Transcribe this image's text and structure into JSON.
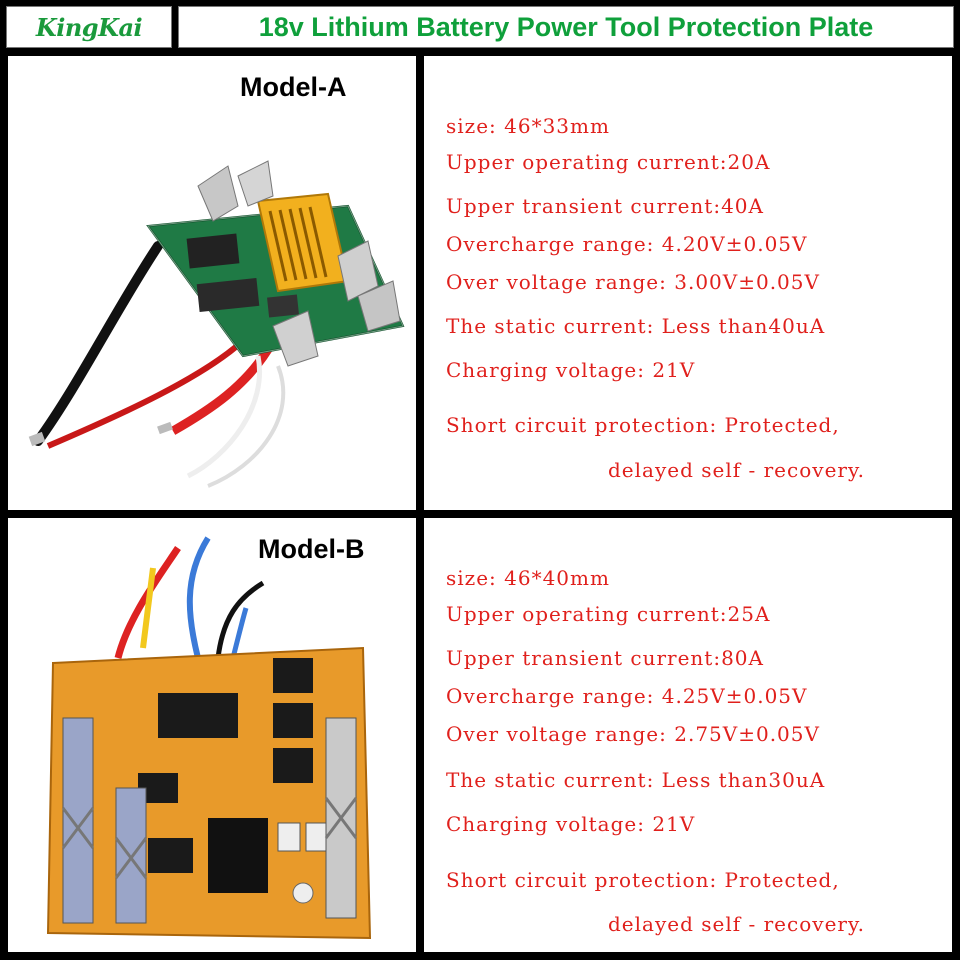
{
  "header": {
    "logo": "KingKai",
    "title": "18v Lithium Battery Power Tool Protection Plate"
  },
  "model_a": {
    "label": "Model-A",
    "specs": [
      "size:  46*33mm",
      "Upper operating current:20A",
      "Upper transient current:40A",
      "Overcharge range: 4.20V±0.05V",
      "Over voltage range: 3.00V±0.05V",
      "The static current: Less than40uA",
      "Charging voltage: 21V",
      "Short circuit protection: Protected,",
      "delayed self - recovery."
    ]
  },
  "model_b": {
    "label": "Model-B",
    "specs": [
      "size:  46*40mm",
      "Upper operating current:25A",
      "Upper transient current:80A",
      "Overcharge range: 4.25V±0.05V",
      "Over voltage range: 2.75V±0.05V",
      "The static current: Less than30uA",
      "Charging voltage: 21V",
      "Short circuit protection: Protected,",
      "delayed self - recovery."
    ]
  },
  "colors": {
    "brand_green": "#0fa03b",
    "spec_red": "#e0201c",
    "pcb_green": "#1f7a45",
    "pcb_orange": "#e89a2a",
    "connector_yellow": "#f2b01e"
  }
}
